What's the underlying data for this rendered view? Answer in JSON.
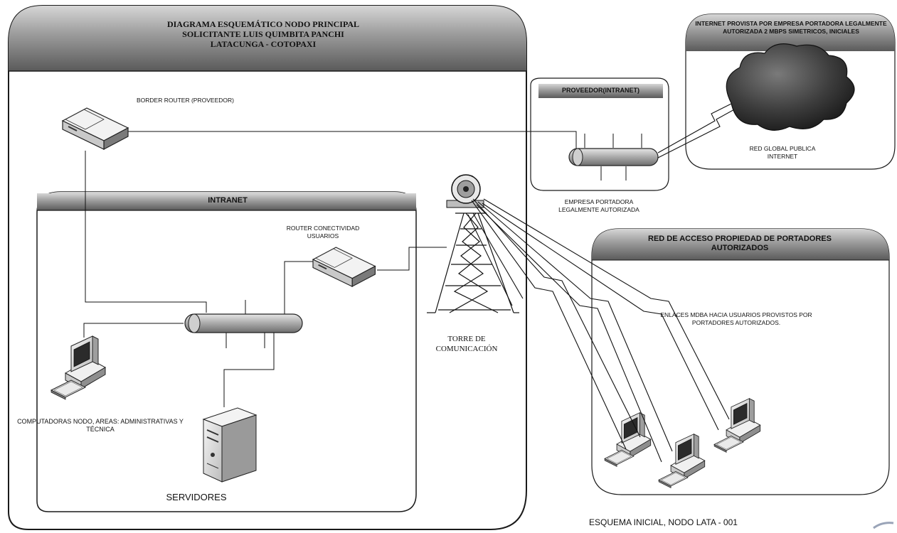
{
  "title": {
    "line1": "DIAGRAMA ESQUEMÁTICO NODO PRINCIPAL",
    "line2": "SOLICITANTE LUIS QUIMBITA PANCHI",
    "line3": "LATACUNGA - COTOPAXI"
  },
  "labels": {
    "border_router": "BORDER ROUTER   (PROVEEDOR)",
    "intranet": "INTRANET",
    "router_conectividad": "ROUTER CONECTIVIDAD USUARIOS",
    "torre": "TORRE DE COMUNICACIÓN",
    "computadoras": "COMPUTADORAS NODO, AREAS: ADMINISTRATIVAS Y TÉCNICA",
    "servidores": "SERVIDORES",
    "proveedor_intranet": "PROVEEDOR(INTRANET)",
    "empresa_portadora": "EMPRESA PORTADORA LEGALMENTE AUTORIZADA",
    "internet_provista": "INTERNET PROVISTA POR EMPRESA PORTADORA LEGALMENTE AUTORIZADA 2 Mbps SIMETRICOS, INICIALES",
    "red_global": "RED GLOBAL  PUBLICA INTERNET",
    "red_acceso": "RED DE ACCESO PROPIEDAD DE PORTADORES AUTORIZADOS",
    "enlaces": "ENLACES MDBA  HACIA USUARIOS PROVISTOS POR PORTADORES AUTORIZADOS.",
    "esquema": "ESQUEMA INICIAL, NODO LATA - 001"
  },
  "icons": [
    "router-icon",
    "switch-hub-icon",
    "computer-icon",
    "server-icon",
    "communication-tower-icon",
    "antenna-dish-icon",
    "cloud-icon",
    "lightning-link-icon"
  ]
}
